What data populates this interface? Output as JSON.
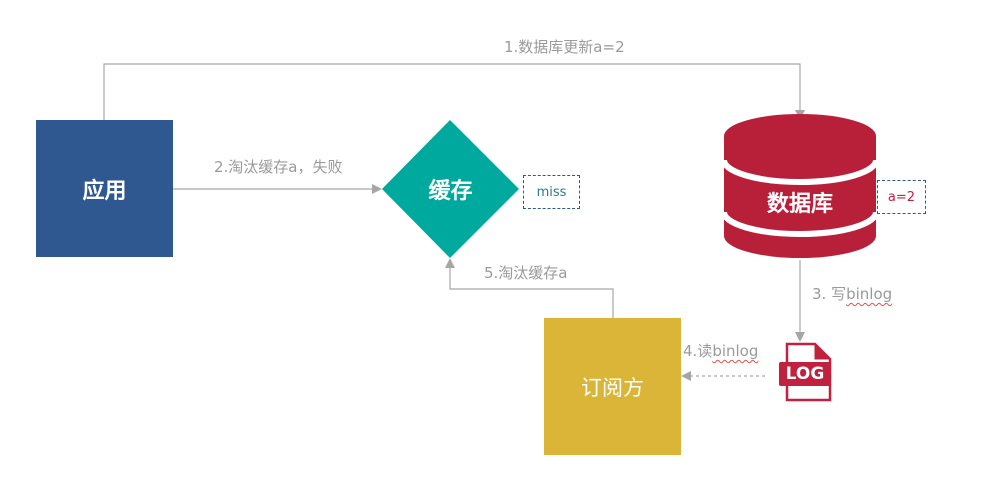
{
  "nodes": {
    "app": "应用",
    "cache": "缓存",
    "database": "数据库",
    "subscriber": "订阅方",
    "log": "LOG"
  },
  "tags": {
    "cache_state": "miss",
    "db_value": "a=2"
  },
  "edges": {
    "e1": "1.数据库更新a=2",
    "e2": "2.淘汰缓存a，失败",
    "e3_prefix": "3. 写",
    "e3_word": "binlog",
    "e4_prefix": "4.读",
    "e4_word": "binlog",
    "e5": "5.淘汰缓存a"
  },
  "colors": {
    "app": "#2f5891",
    "cache": "#00a99d",
    "database": "#b8203a",
    "subscriber": "#dbb537",
    "log": "#c0213f",
    "connector": "#a6a6a6"
  }
}
